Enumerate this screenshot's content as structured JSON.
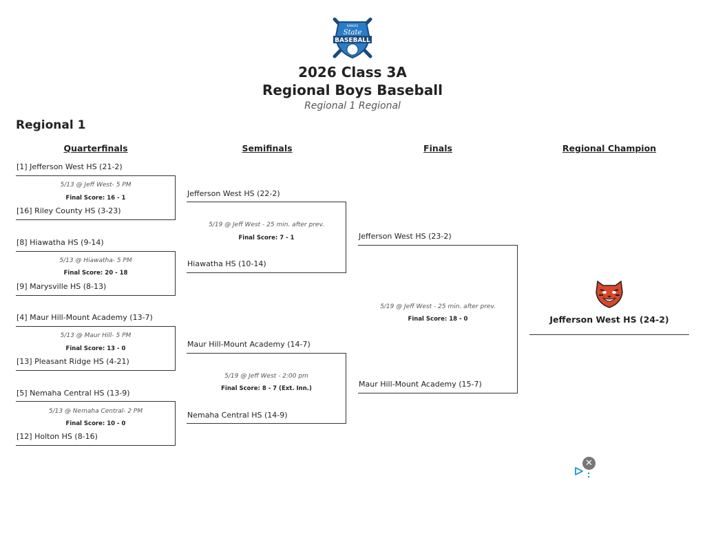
{
  "header": {
    "title_line1": "2026 Class 3A",
    "title_line2": "Regional Boys Baseball",
    "subtitle": "Regional 1 Regional"
  },
  "region_label": "Regional 1",
  "rounds": [
    "Quarterfinals",
    "Semifinals",
    "Finals",
    "Regional Champion"
  ],
  "quarterfinals": [
    {
      "top": "[1] Jefferson West HS (21-2)",
      "info": "5/13 @ Jeff West- 5 PM",
      "score": "Final Score: 16 - 1",
      "bottom": "[16] Riley County HS (3-23)"
    },
    {
      "top": "[8] Hiawatha HS (9-14)",
      "info": "5/13 @ Hiawatha- 5 PM",
      "score": "Final Score: 20 - 18",
      "bottom": "[9] Marysville HS (8-13)"
    },
    {
      "top": "[4] Maur Hill-Mount Academy (13-7)",
      "info": "5/13 @ Maur Hill- 5 PM",
      "score": "Final Score: 13 - 0",
      "bottom": "[13] Pleasant Ridge HS (4-21)"
    },
    {
      "top": "[5] Nemaha Central HS (13-9)",
      "info": "5/13 @ Nemaha Central- 2 PM",
      "score": "Final Score: 10 - 0",
      "bottom": "[12] Holton HS (8-16)"
    }
  ],
  "semifinals": [
    {
      "top": "Jefferson West HS (22-2)",
      "info": "5/19 @ Jeff West - 25 min. after prev.",
      "score": "Final Score: 7 - 1",
      "bottom": "Hiawatha HS (10-14)"
    },
    {
      "top": "Maur Hill-Mount Academy (14-7)",
      "info": "5/19 @ Jeff West - 2:00 pm",
      "score": "Final Score: 8 - 7 (Ext. Inn.)",
      "bottom": "Nemaha Central HS (14-9)"
    }
  ],
  "finals": {
    "top": "Jefferson West HS (23-2)",
    "info": "5/19 @ Jeff West - 25 min. after prev.",
    "score": "Final Score: 18 - 0",
    "bottom": "Maur Hill-Mount Academy (15-7)"
  },
  "champion": "Jefferson West HS (24-2)",
  "logo_text": {
    "state": "KANSAS",
    "word1": "State",
    "word2": "BASEBALL"
  },
  "ad": {
    "close_glyph": "✕"
  },
  "colors": {
    "logo_blue": "#2a7cc7",
    "logo_dark": "#1b4a7a",
    "tiger_orange": "#d9472b"
  }
}
